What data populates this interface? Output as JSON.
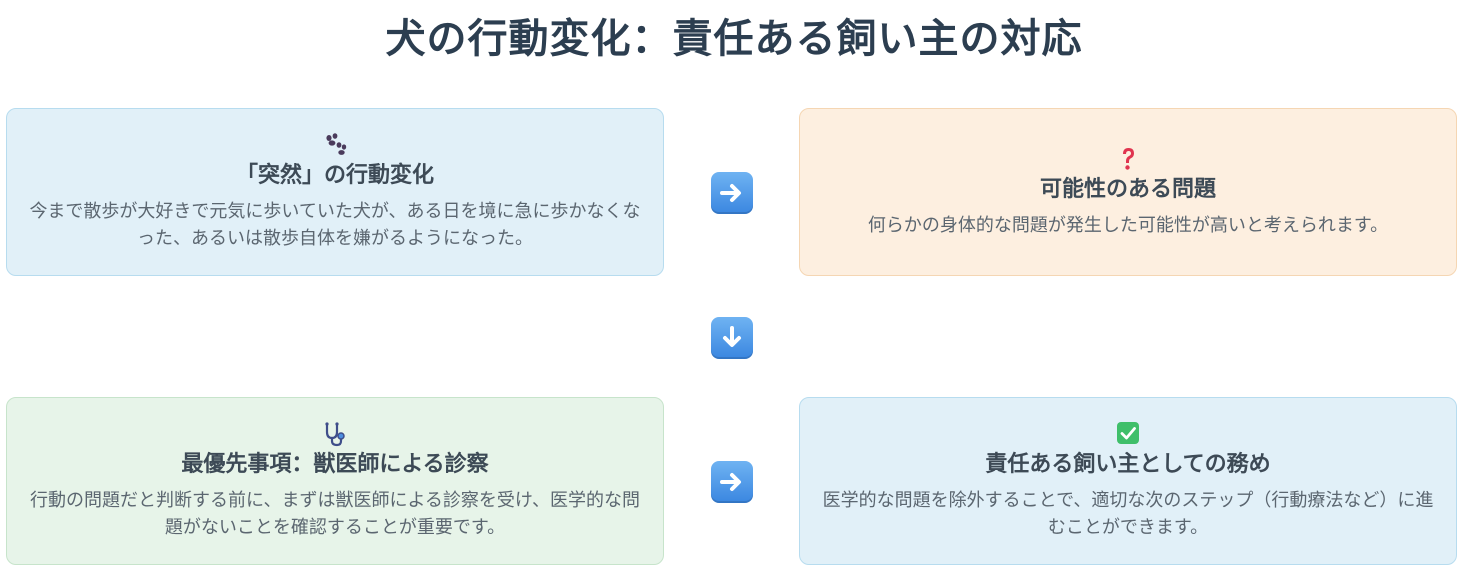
{
  "title": "犬の行動変化：責任ある飼い主の対応",
  "steps": [
    {
      "icon": "paw-icon",
      "heading": "「突然」の行動変化",
      "description": "今まで散歩が大好きで元気に歩いていた犬が、ある日を境に急に歩かなくなった、あるいは散歩自体を嫌がるようになった。",
      "color": "#e1f0f8"
    },
    {
      "icon": "question-mark-icon",
      "heading": "可能性のある問題",
      "description": "何らかの身体的な問題が発生した可能性が高いと考えられます。",
      "color": "#fdefe0"
    },
    {
      "icon": "stethoscope-icon",
      "heading": "最優先事項：獣医師による診察",
      "description": "行動の問題だと判断する前に、まずは獣医師による診察を受け、医学的な問題がないことを確認することが重要です。",
      "color": "#e7f4e9"
    },
    {
      "icon": "check-mark-icon",
      "heading": "責任ある飼い主としての務め",
      "description": "医学的な問題を除外することで、適切な次のステップ（行動療法など）に進むことができます。",
      "color": "#e1f0f8"
    }
  ],
  "arrows": [
    "right-arrow-icon",
    "down-arrow-icon",
    "right-arrow-icon"
  ]
}
